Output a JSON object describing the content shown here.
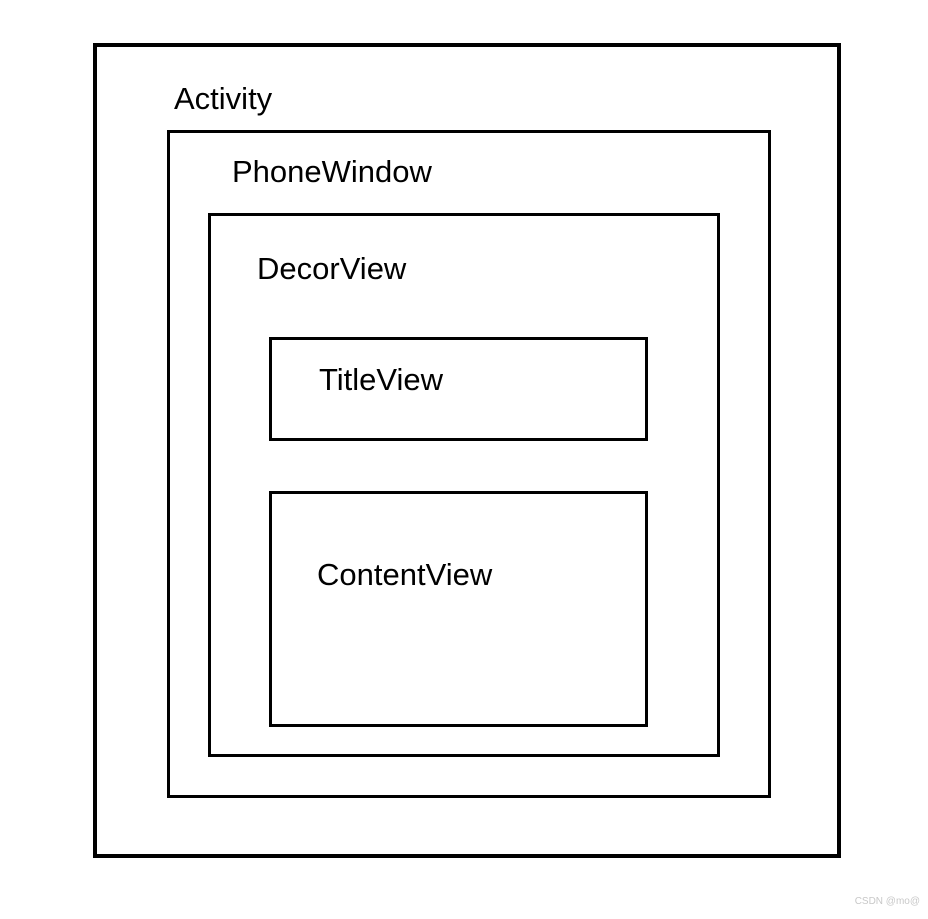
{
  "canvas": {
    "background": "#ffffff"
  },
  "diagram": {
    "type": "nested-boxes",
    "border_color": "#000000",
    "label_color": "#000000",
    "boxes": [
      {
        "id": "activity",
        "label": "Activity",
        "parent": null
      },
      {
        "id": "phone-window",
        "label": "PhoneWindow",
        "parent": "activity"
      },
      {
        "id": "decor-view",
        "label": "DecorView",
        "parent": "phone-window"
      },
      {
        "id": "title-view",
        "label": "TitleView",
        "parent": "decor-view"
      },
      {
        "id": "content-view",
        "label": "ContentView",
        "parent": "decor-view"
      }
    ]
  },
  "watermark": {
    "text": "CSDN @mo@",
    "color": "#c8c8c8"
  }
}
